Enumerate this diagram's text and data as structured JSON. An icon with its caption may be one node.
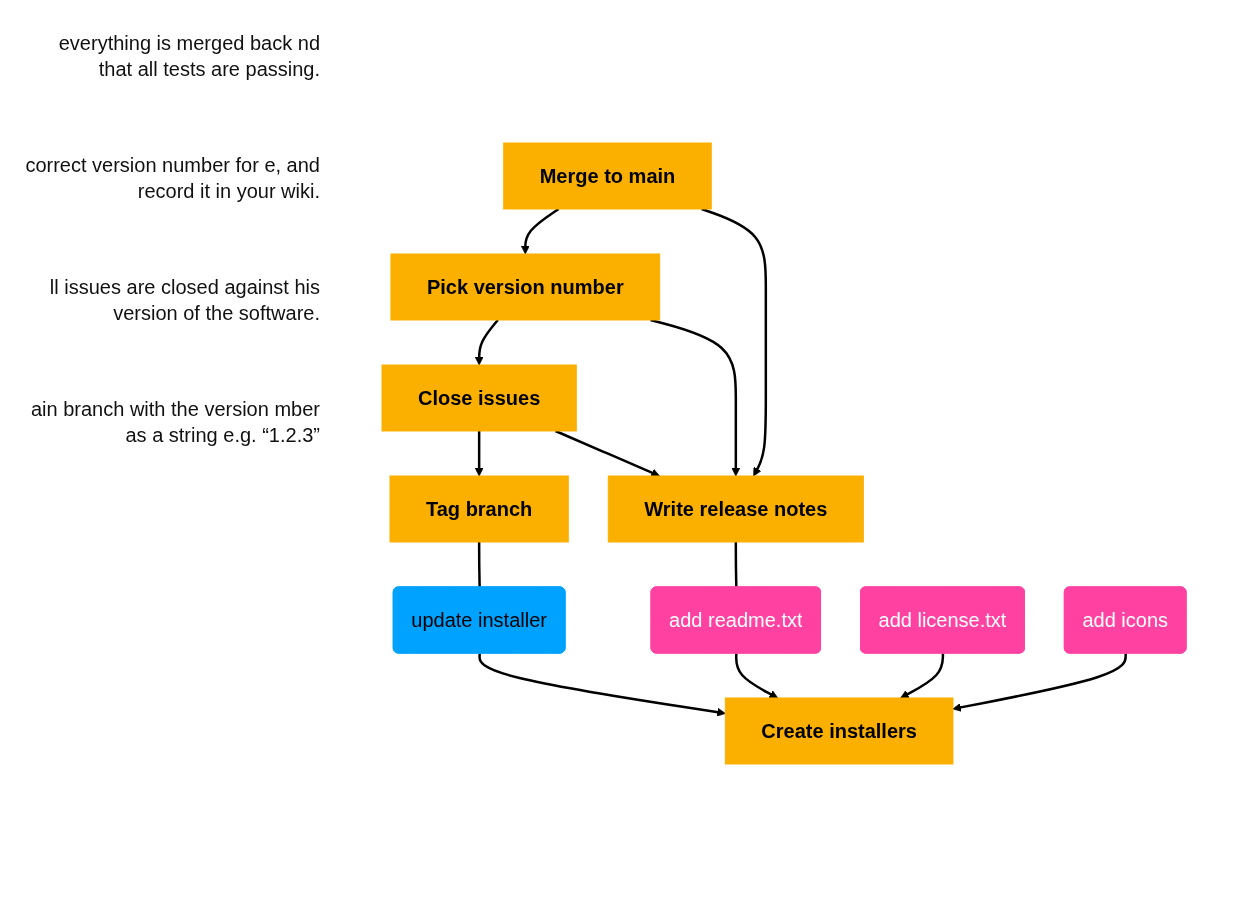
{
  "diagram": {
    "nodes": [
      {
        "text": [
          "Merge to main"
        ]
      },
      {
        "text": [
          "Pick version number"
        ]
      },
      {
        "text": [
          "Close issues"
        ]
      },
      {
        "text": [
          "Tag branch"
        ]
      },
      {
        "text": [
          "Write release notes"
        ]
      },
      {
        "text": [
          "update installer"
        ]
      },
      {
        "text": [
          "add readme.txt"
        ]
      },
      {
        "text": [
          "add license.txt"
        ]
      },
      {
        "text": [
          "Create installers"
        ]
      },
      {
        "text": [
          "add icons"
        ]
      }
    ],
    "edges": [
      {
        "from": 0,
        "to": 1,
        "arrow": "to"
      },
      {
        "from": 1,
        "to": 2,
        "arrow": "to"
      },
      {
        "from": 2,
        "to": 3,
        "arrow": "to"
      },
      {
        "from": 0,
        "to": 4,
        "arrow": "to"
      },
      {
        "from": 1,
        "to": 4,
        "arrow": "to"
      },
      {
        "from": 2,
        "to": 4,
        "arrow": "to"
      },
      {
        "from": 3,
        "to": 5,
        "arrow": "none"
      },
      {
        "from": 5,
        "to": 8,
        "arrow": "to"
      },
      {
        "from": 4,
        "to": 6,
        "arrow": "none"
      },
      {
        "from": 6,
        "to": 8,
        "arrow": "to"
      },
      {
        "from": 7,
        "to": 8,
        "arrow": "to"
      },
      {
        "from": 9,
        "to": 8,
        "arrow": "to"
      }
    ],
    "labels": [
      "everything is merged back nd that all tests are passing.",
      "correct version number for e, and record it in your wiki.",
      "ll issues are closed against his version of the software.",
      "ain branch with the version mber as a string e.g. “1.2.3”"
    ]
  }
}
